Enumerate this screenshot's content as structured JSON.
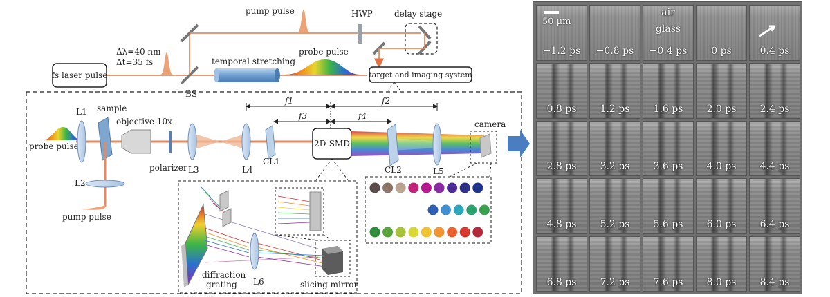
{
  "labels": {
    "pump_pulse_top": "pump pulse",
    "hwp": "HWP",
    "delay_stage": "delay stage",
    "delta_lambda": "Δλ=40 nm",
    "delta_t": "Δt=35 fs",
    "fs_laser": "fs laser pulse",
    "temporal_stretching": "temporal stretching",
    "probe_pulse_top": "probe pulse",
    "bs": "BS",
    "target_imaging": "target and imaging system",
    "l1": "L1",
    "sample": "sample",
    "objective": "objective 10x",
    "polarizer": "polarizer",
    "l3": "L3",
    "l4": "L4",
    "cl1": "CL1",
    "smd": "2D-SMD",
    "cl2": "CL2",
    "l5": "L5",
    "camera": "camera",
    "probe_pulse_left": "probe pulse",
    "l2": "L2",
    "pump_pulse_bottom": "pump pulse",
    "f1": "f1",
    "f2": "f2",
    "f3": "f3",
    "f4": "f4",
    "diffraction": "diffraction",
    "grating": "grating",
    "l6": "L6",
    "slicing_mirror": "slicing mirror"
  },
  "palette": {
    "beam": "#e58a60",
    "box_stroke": "#222222",
    "arrow_blue": "#4a7ec0",
    "lens_fill": "#cfe0f2",
    "lens_stroke": "#6f8fb5"
  },
  "color_dots": {
    "row1": [
      "#5b4d4d",
      "#8c7466",
      "#b9a48f",
      "#c2247a",
      "#b6188e",
      "#8a2aa2",
      "#4d2b97",
      "#2c2f86",
      "#20348f"
    ],
    "row2": [
      "#2f5fb5",
      "#3f8fd1",
      "#29a7b8",
      "#2aa26d",
      "#3aa24f"
    ],
    "row3": [
      "#2f8d3b",
      "#58a33b",
      "#a7c23a",
      "#d8d736",
      "#f0c233",
      "#f09434",
      "#e8632f",
      "#d6372f",
      "#b62a3b"
    ]
  },
  "scale_bar": "50 μm",
  "materials": {
    "air": "air",
    "glass": "glass"
  },
  "frames": [
    "−1.2 ps",
    "−0.8 ps",
    "−0.4 ps",
    "0 ps",
    "0.4 ps",
    "0.8 ps",
    "1.2 ps",
    "1.6 ps",
    "2.0 ps",
    "2.4 ps",
    "2.8 ps",
    "3.2 ps",
    "3.6 ps",
    "4.0 ps",
    "4.4 ps",
    "4.8 ps",
    "5.2 ps",
    "5.6 ps",
    "6.0 ps",
    "6.4 ps",
    "6.8 ps",
    "7.2 ps",
    "7.6 ps",
    "8.0 ps",
    "8.4 ps"
  ]
}
